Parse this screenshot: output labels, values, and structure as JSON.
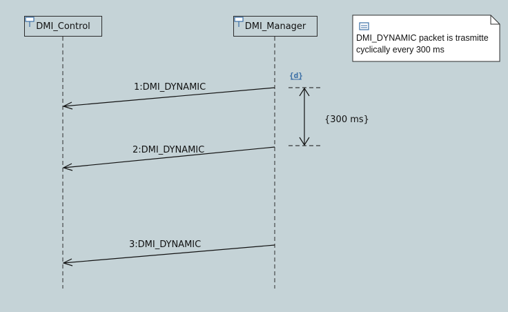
{
  "diagram": {
    "lifelines": [
      {
        "name": "DMI_Control"
      },
      {
        "name": "DMI_Manager"
      }
    ],
    "messages": [
      {
        "label": "1:DMI_DYNAMIC",
        "from": "DMI_Manager",
        "to": "DMI_Control"
      },
      {
        "label": "2:DMI_DYNAMIC",
        "from": "DMI_Manager",
        "to": "DMI_Control"
      },
      {
        "label": "3:DMI_DYNAMIC",
        "from": "DMI_Manager",
        "to": "DMI_Control"
      }
    ],
    "duration_constraint": {
      "label": "{300 ms}",
      "icon": "duration-constraint-icon"
    },
    "note": {
      "text": "DMI_DYNAMIC packet is trasmitte cyclically every 300 ms",
      "icon": "note-icon"
    },
    "colors": {
      "background": "#c5d3d7",
      "line": "#2b2b2b",
      "icon": "#3a6ea5"
    }
  }
}
